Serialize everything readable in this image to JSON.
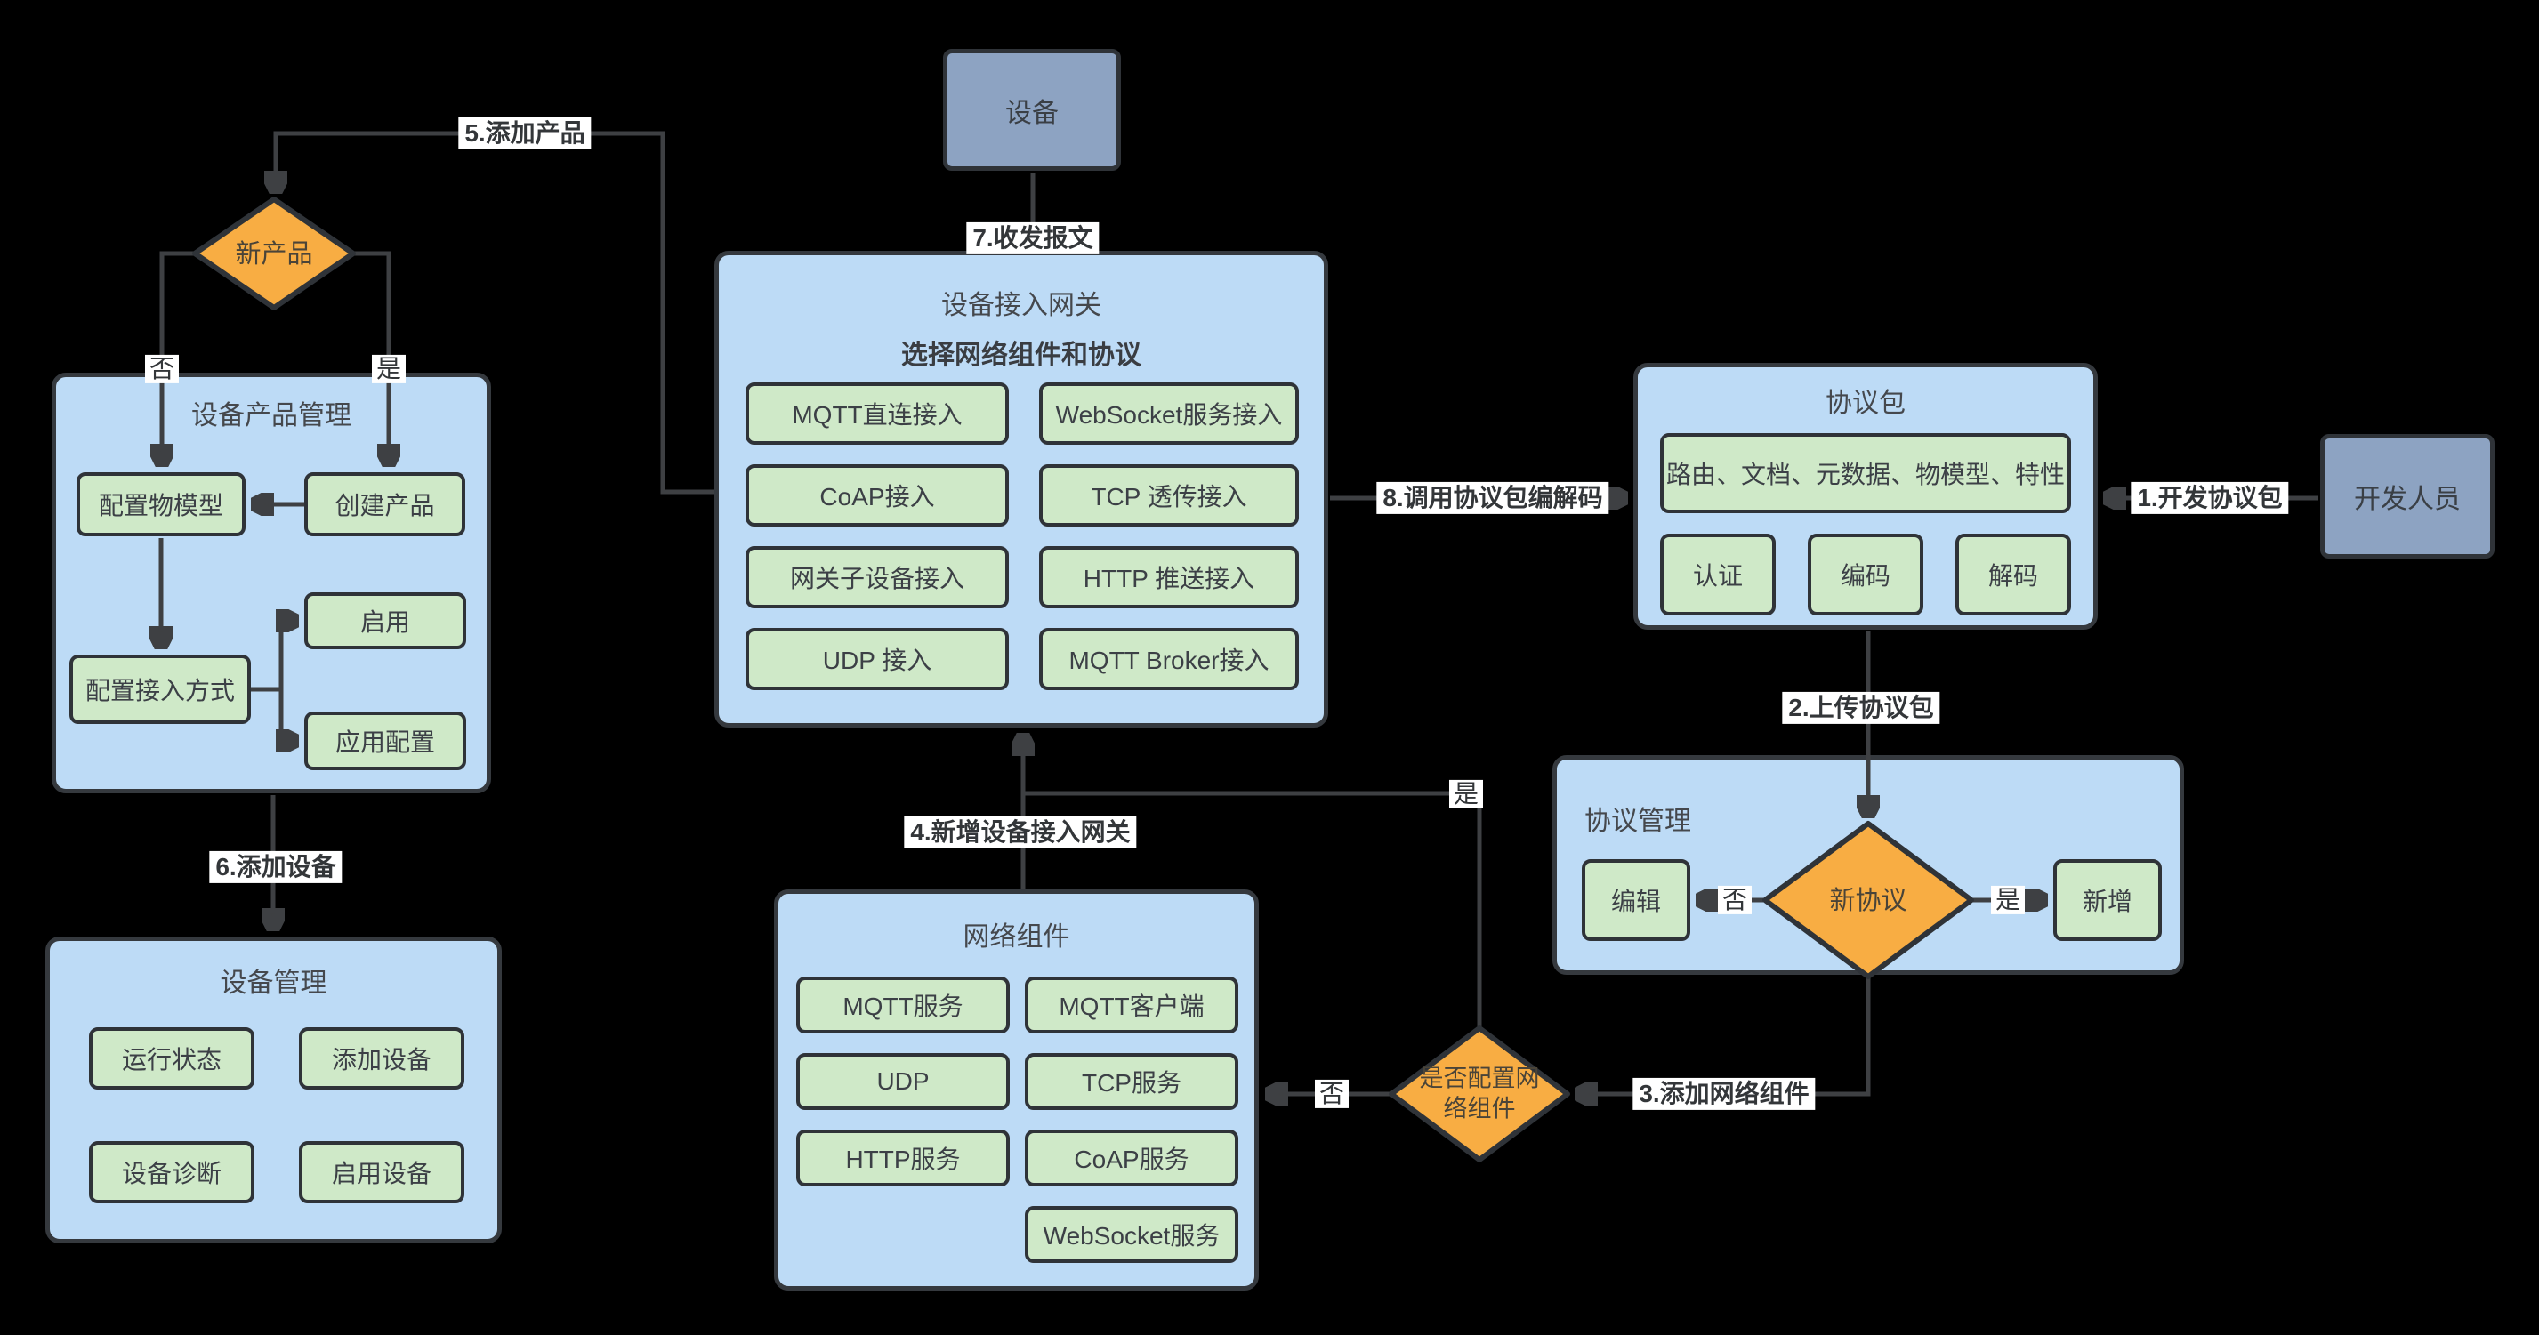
{
  "colors": {
    "background": "#000000",
    "panel_fill": "#bddbf6",
    "button_fill": "#cfe9c8",
    "diamond_fill": "#f8ad43",
    "actor_fill": "#8da3c2",
    "wire": "#3e4043"
  },
  "actors": {
    "device": "设备",
    "developer": "开发人员"
  },
  "gateway": {
    "title": "设备接入网关",
    "subtitle": "选择网络组件和协议",
    "buttons": [
      "MQTT直连接入",
      "WebSocket服务接入",
      "CoAP接入",
      "TCP 透传接入",
      "网关子设备接入",
      "HTTP 推送接入",
      "UDP 接入",
      "MQTT Broker接入"
    ]
  },
  "protocol_package": {
    "title": "协议包",
    "wide_button": "路由、文档、元数据、物模型、特性",
    "buttons": [
      "认证",
      "编码",
      "解码"
    ]
  },
  "protocol_mgmt": {
    "title": "协议管理",
    "diamond": "新协议",
    "edit_button": "编辑",
    "add_button": "新增"
  },
  "network_components": {
    "title": "网络组件",
    "buttons": [
      "MQTT服务",
      "MQTT客户端",
      "UDP",
      "TCP服务",
      "HTTP服务",
      "CoAP服务",
      "WebSocket服务"
    ]
  },
  "product_mgmt": {
    "title": "设备产品管理",
    "model_button": "配置物模型",
    "create_button": "创建产品",
    "enable_button": "启用",
    "access_button": "配置接入方式",
    "app_button": "应用配置"
  },
  "device_mgmt": {
    "title": "设备管理",
    "buttons": [
      "运行状态",
      "添加设备",
      "设备诊断",
      "启用设备"
    ]
  },
  "diamonds": {
    "new_product": "新产品",
    "new_protocol": "新协议",
    "config_network_line1": "是否配置网",
    "config_network_line2": "络组件"
  },
  "edge_labels": {
    "step1": "1.开发协议包",
    "step2": "2.上传协议包",
    "step3": "3.添加网络组件",
    "step4": "4.新增设备接入网关",
    "step5": "5.添加产品",
    "step6": "6.添加设备",
    "step7": "7.收发报文",
    "step8": "8.调用协议包编解码",
    "yes": "是",
    "no": "否"
  }
}
